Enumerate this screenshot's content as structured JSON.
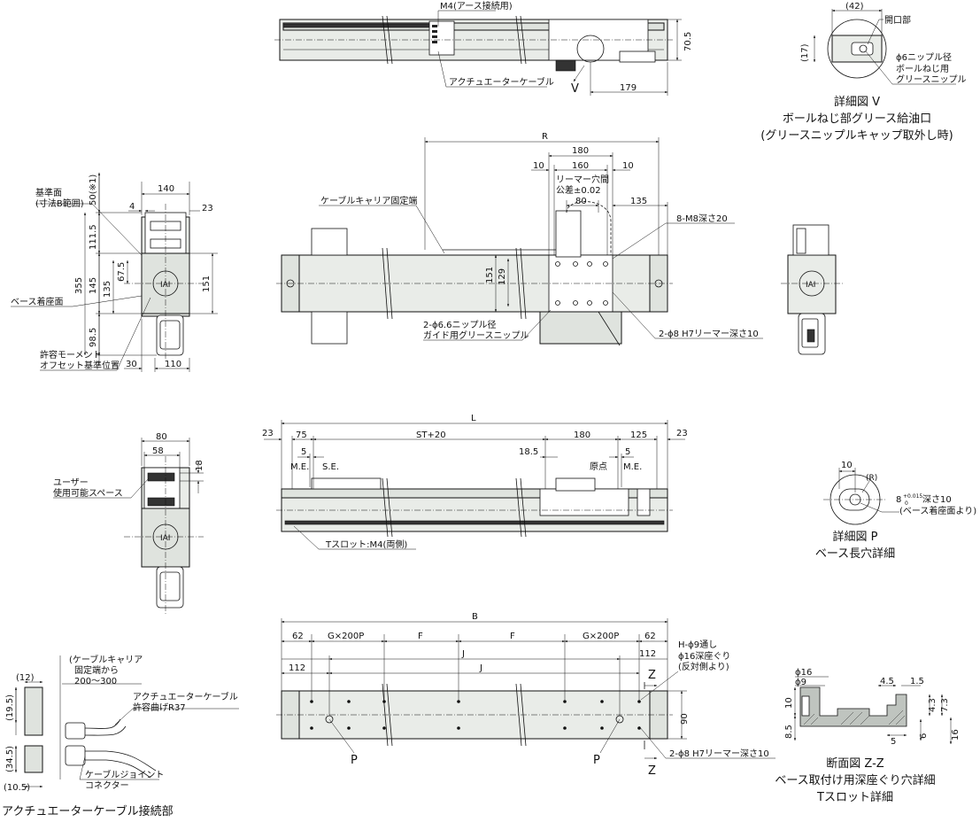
{
  "top_view": {
    "label_m4": "M4(アース接続用)",
    "label_cable": "アクチュエーターケーブル",
    "dim_70_5": "70.5",
    "dim_179": "179",
    "mark_v": "V"
  },
  "detail_v": {
    "dim_42": "(42)",
    "dim_17": "(17)",
    "label_opening": "開口部",
    "note_line1": "ϕ6ニップル径",
    "note_line2": "ボールねじ用",
    "note_line3": "グリースニップル",
    "caption1": "詳細図 V",
    "caption2": "ボールねじ部グリース給油口",
    "caption3": "(グリースニップルキャップ取外し時)"
  },
  "side_view": {
    "dim_140": "140",
    "dim_4": "4",
    "dim_23": "23",
    "dim_50": "50(※1)",
    "dim_111_5": "111.5",
    "dim_355": "355",
    "dim_145": "145",
    "dim_135": "135",
    "dim_67_5": "67.5",
    "dim_98_5": "98.5",
    "dim_151": "151",
    "dim_30": "30",
    "dim_110": "110",
    "label_ref1": "基準面",
    "label_ref2": "(寸法B範囲)",
    "label_base": "ベース着座面",
    "label_moment1": "許容モーメント",
    "label_moment2": "オフセット基準位置"
  },
  "front_view": {
    "dim_r": "R",
    "dim_180": "180",
    "dim_10a": "10",
    "dim_160": "160",
    "dim_10b": "10",
    "label_reamer1": "リーマー穴間",
    "label_reamer2": "公差±0.02",
    "dim_80": "80",
    "dim_135": "135",
    "label_m8": "8-M8深さ20",
    "label_carrier": "ケーブルキャリア固定端",
    "dim_151": "151",
    "dim_129": "129",
    "label_nipple1": "2-ϕ6.6ニップル径",
    "label_nipple2": "ガイド用グリースニップル",
    "label_h7": "2-ϕ8 H7リーマー深さ10"
  },
  "end_view": {
    "logo": "IAI"
  },
  "bottom_view": {
    "dim_l": "L",
    "dim_23a": "23",
    "dim_75": "75",
    "dim_st": "ST+20",
    "dim_180": "180",
    "dim_125": "125",
    "dim_23b": "23",
    "dim_5a": "5",
    "label_me1": "M.E.",
    "label_se": "S.E.",
    "dim_18_5": "18.5",
    "label_origin": "原点",
    "dim_5b": "5",
    "label_me2": "M.E.",
    "label_tslot": "Tスロット:M4(両側)"
  },
  "user_space": {
    "dim_80": "80",
    "dim_58": "58",
    "dim_18": "18",
    "label1": "ユーザー",
    "label2": "使用可能スペース"
  },
  "detail_p": {
    "dim_10": "10",
    "mark_r": "(R)",
    "dim_8": "8",
    "tol": "+0.015",
    "tol0": "0",
    "depth": "深さ10",
    "base_note": "(ベース着座面より)",
    "caption1": "詳細図 P",
    "caption2": "ベース長穴詳細"
  },
  "base_view": {
    "dim_b": "B",
    "dim_62a": "62",
    "dim_g1": "G×200P",
    "dim_f1": "F",
    "dim_f2": "F",
    "dim_g2": "G×200P",
    "dim_62b": "62",
    "dim_112a": "112",
    "dim_j1": "J",
    "dim_112b": "112",
    "dim_j2": "J",
    "dim_90": "90",
    "label_h1": "H-ϕ9通し",
    "label_h2": "ϕ16深座ぐり",
    "label_h3": "(反対側より)",
    "mark_p1": "P",
    "mark_p2": "P",
    "mark_z1": "Z",
    "mark_z2": "Z",
    "label_h7": "2-ϕ8 H7リーマー深さ10"
  },
  "cable_connect": {
    "dim_12": "(12)",
    "dim_19_5": "(19.5)",
    "dim_34_5": "(34.5)",
    "dim_10_5": "(10.5)",
    "label_carrier1": "(ケーブルキャリア",
    "label_carrier2": "固定端から",
    "label_carrier3": "200～300",
    "label_bend1": "アクチュエーターケーブル",
    "label_bend2": "許容曲げR37",
    "label_joint1": "ケーブルジョイント",
    "label_joint2": "コネクター",
    "caption": "アクチュエーターケーブル接続部"
  },
  "section_zz": {
    "dim_phi16": "ϕ16",
    "dim_phi9": "ϕ9",
    "dim_4_5": "4.5",
    "dim_1_5": "1.5",
    "dim_10": "10",
    "dim_4_3": "4.3",
    "dim_7_3": "7.3",
    "dim_8_5": "8.5",
    "dim_5": "5",
    "dim_6": "6",
    "dim_16": "16",
    "caption1": "断面図 Z-Z",
    "caption2": "ベース取付け用深座ぐり穴詳細",
    "caption3": "Tスロット詳細"
  }
}
